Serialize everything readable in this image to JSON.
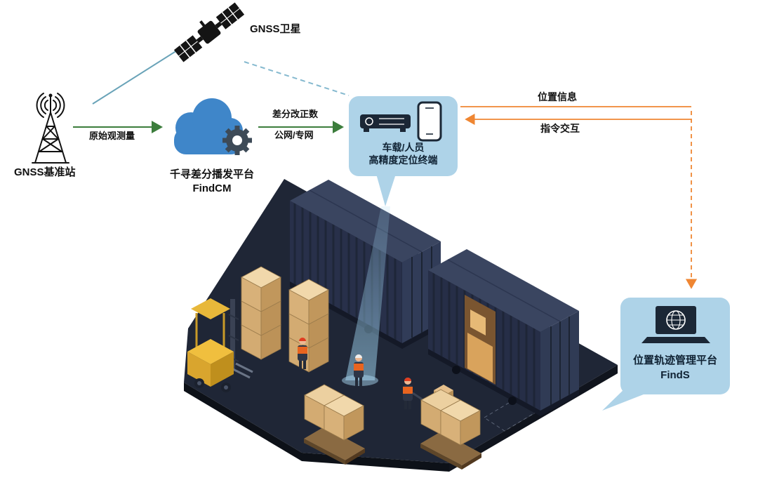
{
  "colors": {
    "background": "#ffffff",
    "node_box_blue": "#aed3e8",
    "cloud_blue": "#3f86c9",
    "gear_dark": "#3d4a57",
    "arrow_green": "#3c7d3c",
    "arrow_orange": "#ef8632",
    "line_teal": "#69a3b8",
    "platform_dark": "#1f2636",
    "container_navy": "#28304a",
    "box_tan": "#d3ab72",
    "forklift_yellow": "#f0bf3e"
  },
  "satellite": {
    "label": "GNSS卫星",
    "icon": "satellite-icon"
  },
  "base_station": {
    "label": "GNSS基准站",
    "icon": "antenna-tower-icon"
  },
  "cloud_platform": {
    "name": "千寻差分播发平台",
    "product": "FindCM",
    "icon": "cloud-gear-icon"
  },
  "terminal_node": {
    "line1": "车载/人员",
    "line2": "高精度定位终端",
    "icons": [
      "receiver-icon",
      "smartphone-icon"
    ]
  },
  "management_platform": {
    "name": "位置轨迹管理平台",
    "product": "FindS",
    "icon": "laptop-globe-icon"
  },
  "links": {
    "raw_observation": {
      "label": "原始观测量"
    },
    "differential_correction": {
      "line1": "差分改正数",
      "line2": "公网/专网"
    },
    "position_info": {
      "label": "位置信息"
    },
    "command_interaction": {
      "label": "指令交互"
    }
  }
}
